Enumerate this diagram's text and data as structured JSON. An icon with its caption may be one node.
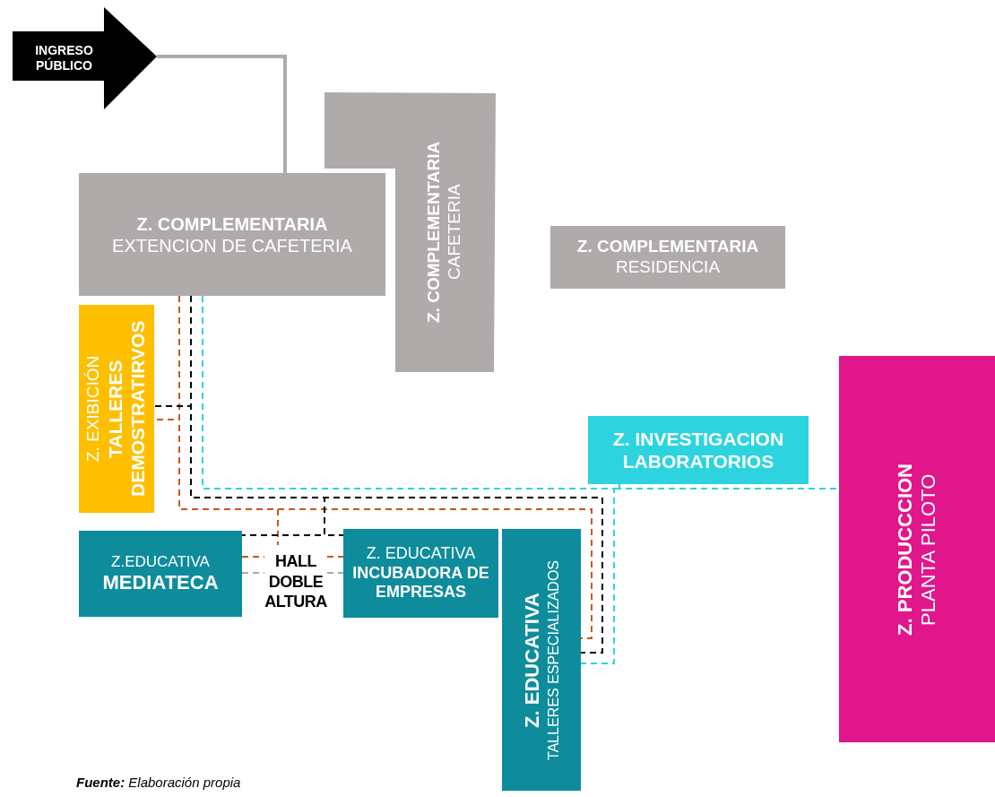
{
  "diagram": {
    "caption": "**Fuente:** Elaboración propia",
    "nodes": [
      {
        "text": [
          "INGRESO PÚBLICO"
        ]
      },
      {
        "text": [
          "Z. COMPLEMENTARIA",
          "EXTENCION DE CAFETERIA"
        ]
      },
      {
        "text": [
          "Z. COMPLEMENTARIA",
          "CAFETERIA"
        ]
      },
      {
        "text": [
          "Z. COMPLEMENTARIA",
          "RESIDENCIA"
        ]
      },
      {
        "text": [
          "Z. EXIBICIÓN",
          "TALLERES DEMOSTRATIRVOS"
        ]
      },
      {
        "text": [
          "Z. INVESTIGACION",
          "LABORATORIOS"
        ]
      },
      {
        "text": [
          "Z. PRODUCCCION",
          "PLANTA PILOTO"
        ]
      },
      {
        "text": [
          "Z.EDUCATIVA",
          "MEDIATECA"
        ]
      },
      {
        "text": [
          "HALL DOBLE ALTURA"
        ]
      },
      {
        "text": [
          "Z. EDUCATIVA",
          "INCUBADORA DE EMPRESAS"
        ]
      },
      {
        "text": [
          "Z. EDUCATIVA",
          "TALLERES ESPECIALIZADOS"
        ]
      }
    ],
    "edges": [
      {
        "from": 0,
        "to": 1,
        "arrow": "none",
        "style": "thick",
        "color": "#aeabaa"
      },
      {
        "from": 1,
        "to": 4,
        "arrow": "none",
        "style": "dashed",
        "color": "#c8581a"
      },
      {
        "from": 1,
        "to": 8,
        "arrow": "none",
        "style": "dashed",
        "color": "#c8581a"
      },
      {
        "from": 1,
        "to": 10,
        "arrow": "none",
        "style": "dashed",
        "color": "#c8581a"
      },
      {
        "from": 7,
        "to": 8,
        "arrow": "none",
        "style": "dashed",
        "color": "#c8581a"
      },
      {
        "from": 8,
        "to": 9,
        "arrow": "none",
        "style": "dashed",
        "color": "#c8581a"
      },
      {
        "from": 1,
        "to": 4,
        "arrow": "none",
        "style": "dashed",
        "color": "#000000"
      },
      {
        "from": 1,
        "to": 7,
        "arrow": "none",
        "style": "dashed",
        "color": "#000000"
      },
      {
        "from": 1,
        "to": 9,
        "arrow": "none",
        "style": "dashed",
        "color": "#000000"
      },
      {
        "from": 1,
        "to": 10,
        "arrow": "none",
        "style": "dashed",
        "color": "#000000"
      },
      {
        "from": 1,
        "to": 10,
        "arrow": "none",
        "style": "dashed",
        "color": "#2dd4e0"
      },
      {
        "from": 1,
        "to": 5,
        "arrow": "none",
        "style": "dashed",
        "color": "#2dd4e0"
      },
      {
        "from": 5,
        "to": 6,
        "arrow": "none",
        "style": "dashed",
        "color": "#2dd4e0"
      },
      {
        "from": 7,
        "to": 8,
        "arrow": "none",
        "style": "dashed",
        "color": "#a9a9a9"
      },
      {
        "from": 8,
        "to": 9,
        "arrow": "none",
        "style": "dashed",
        "color": "#a9a9a9"
      }
    ]
  }
}
